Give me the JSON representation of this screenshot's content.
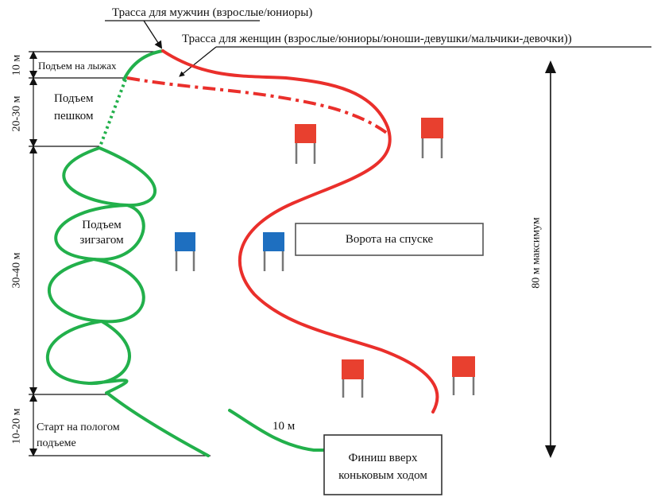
{
  "labels": {
    "men_track": "Трасса для мужчин (взрослые/юниоры)",
    "women_track": "Трасса для женщин (взрослые/юниоры/юноши-девушки/мальчики-девочки))",
    "ski_climb": "Подъем на лыжах",
    "walk_climb": [
      "Подъем",
      "пешком"
    ],
    "zigzag_climb": [
      "Подъем",
      "зигзагом"
    ],
    "gentle_start": [
      "Старт на пологом",
      "подъеме"
    ],
    "downhill_gates": "Ворота на спуске",
    "finish": [
      "Финиш вверх",
      "коньковым ходом"
    ],
    "ten_m": "10 м",
    "max_height": "80 м максимум"
  },
  "dimensions": [
    "10 м",
    "20-30 м",
    "30-40 м",
    "10-20 м"
  ],
  "colors": {
    "green": "#22b04b",
    "red": "#ea2f2b",
    "red_gate": "#e8402f",
    "blue_gate": "#1e6fc0",
    "line": "#111111"
  }
}
